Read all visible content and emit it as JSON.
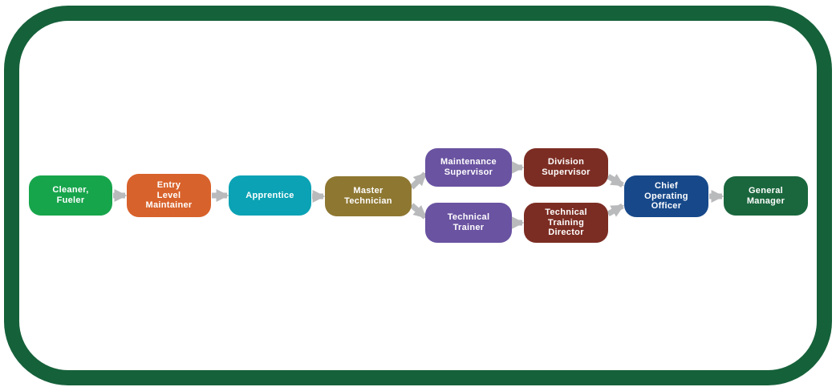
{
  "diagram": {
    "name": "career-progression-flowchart",
    "colors": {
      "frame_border": "#15613a",
      "arrow": "#b9babc",
      "box_text": "#ffffff",
      "background": "#ffffff"
    },
    "boxes": [
      {
        "id": "cleaner-fueler",
        "label": "Cleaner, Fueler",
        "lines": [
          "Cleaner,",
          "Fueler"
        ],
        "color": "#17a54c"
      },
      {
        "id": "entry-level-maintainer",
        "label": "Entry Level Maintainer",
        "lines": [
          "Entry",
          "Level",
          "Maintainer"
        ],
        "color": "#d8622b"
      },
      {
        "id": "apprentice",
        "label": "Apprentice",
        "lines": [
          "Apprentice"
        ],
        "color": "#0aa2b4"
      },
      {
        "id": "master-technician",
        "label": "Master Technician",
        "lines": [
          "Master",
          "Technician"
        ],
        "color": "#8e7731"
      },
      {
        "id": "maintenance-supervisor",
        "label": "Maintenance Supervisor",
        "lines": [
          "Maintenance",
          "Supervisor"
        ],
        "color": "#6a53a1"
      },
      {
        "id": "division-supervisor",
        "label": "Division Supervisor",
        "lines": [
          "Division",
          "Supervisor"
        ],
        "color": "#7c2d23"
      },
      {
        "id": "technical-trainer",
        "label": "Technical Trainer",
        "lines": [
          "Technical",
          "Trainer"
        ],
        "color": "#6a53a1"
      },
      {
        "id": "technical-training-director",
        "label": "Technical Training Director",
        "lines": [
          "Technical",
          "Training",
          "Director"
        ],
        "color": "#7c2d23"
      },
      {
        "id": "chief-operating-officer",
        "label": "Chief Operating Officer",
        "lines": [
          "Chief",
          "Operating",
          "Officer"
        ],
        "color": "#17498a"
      },
      {
        "id": "general-manager",
        "label": "General Manager",
        "lines": [
          "General",
          "Manager"
        ],
        "color": "#1a673d"
      }
    ],
    "connections": [
      {
        "from": "cleaner-fueler",
        "to": "entry-level-maintainer"
      },
      {
        "from": "entry-level-maintainer",
        "to": "apprentice"
      },
      {
        "from": "apprentice",
        "to": "master-technician"
      },
      {
        "from": "master-technician",
        "to": "maintenance-supervisor"
      },
      {
        "from": "master-technician",
        "to": "technical-trainer"
      },
      {
        "from": "maintenance-supervisor",
        "to": "division-supervisor"
      },
      {
        "from": "technical-trainer",
        "to": "technical-training-director"
      },
      {
        "from": "division-supervisor",
        "to": "chief-operating-officer"
      },
      {
        "from": "technical-training-director",
        "to": "chief-operating-officer"
      },
      {
        "from": "chief-operating-officer",
        "to": "general-manager"
      }
    ]
  }
}
